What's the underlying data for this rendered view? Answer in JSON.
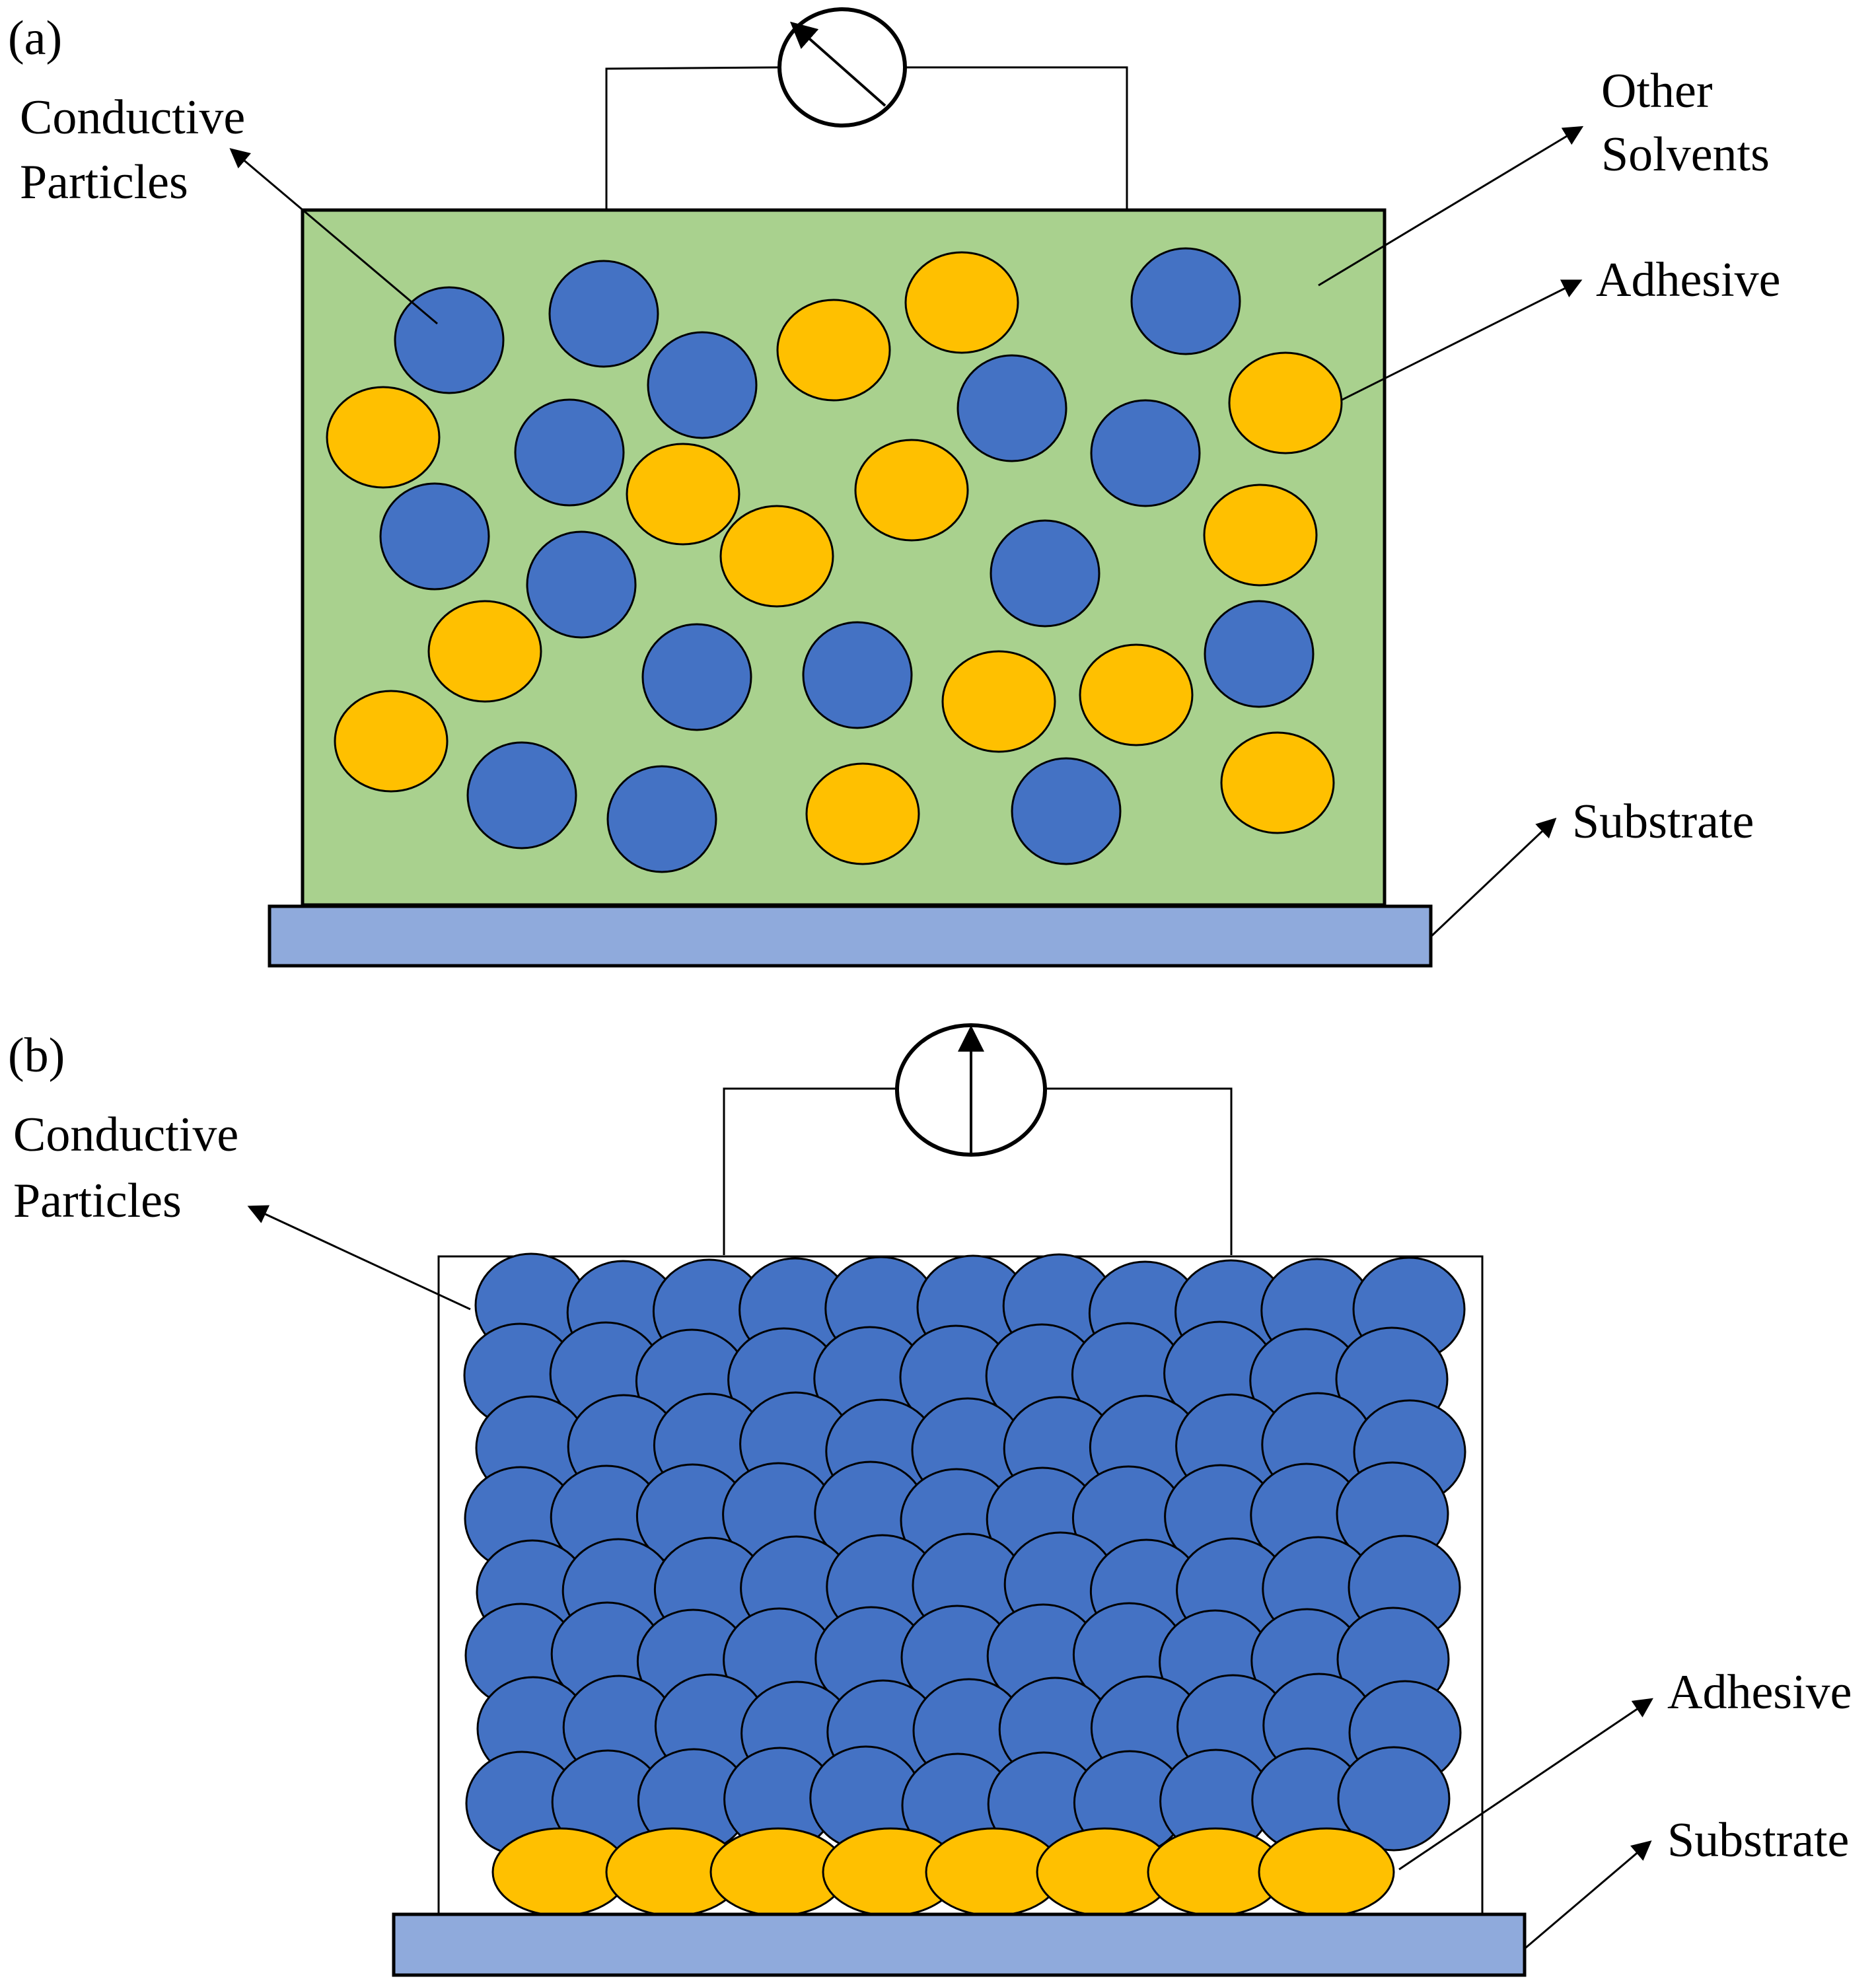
{
  "colors": {
    "conductive_particle": "#4472C4",
    "adhesive_particle": "#FFC000",
    "solvent_matrix": "#A9D18E",
    "substrate": "#8FAADC",
    "outline": "#000000"
  },
  "panel_a": {
    "label": "(a)",
    "meter_icon": "galvanometer-icon",
    "labels": {
      "conductive_particles": [
        "Conductive",
        "Particles"
      ],
      "other_solvents": [
        "Other",
        "Solvents"
      ],
      "adhesive": "Adhesive",
      "substrate": "Substrate"
    }
  },
  "panel_b": {
    "label": "(b)",
    "meter_icon": "galvanometer-icon",
    "labels": {
      "conductive_particles": [
        "Conductive",
        "Particles"
      ],
      "adhesive": "Adhesive",
      "substrate": "Substrate"
    }
  }
}
